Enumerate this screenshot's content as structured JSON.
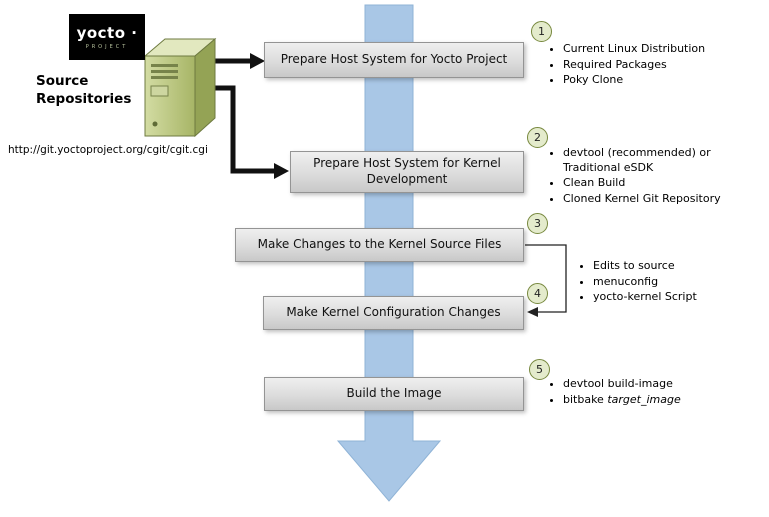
{
  "logo": {
    "wordmark": "yocto ·",
    "subtext": "PROJECT"
  },
  "source": {
    "title_line1": "Source",
    "title_line2": "Repositories",
    "url": "http://git.yoctoproject.org/cgit/cgit.cgi"
  },
  "steps": [
    {
      "num": "1",
      "label": "Prepare Host System for Yocto Project",
      "notes": [
        "Current Linux Distribution",
        "Required Packages",
        "Poky Clone"
      ]
    },
    {
      "num": "2",
      "label": "Prepare Host System for Kernel Development",
      "notes": [
        "devtool (recommended) or Traditional eSDK",
        "Clean Build",
        "Cloned Kernel Git Repository"
      ]
    },
    {
      "num": "3",
      "label": "Make Changes to the Kernel Source Files",
      "notes": []
    },
    {
      "num": "4",
      "label": "Make Kernel Configuration Changes",
      "notes": []
    },
    {
      "num": "5",
      "label": "Build the Image",
      "notes": [
        "devtool build-image"
      ],
      "note_mixed": {
        "prefix": "bitbake ",
        "italic": "target_image"
      }
    }
  ],
  "shared_notes": {
    "items": [
      "Edits to source",
      "menuconfig",
      "yocto-kernel Script"
    ]
  },
  "colors": {
    "flow_arrow": "#a9c7e6",
    "box_top": "#efefef",
    "box_bottom": "#c8c8c8",
    "badge_fill": "#e4ebcc",
    "badge_border": "#77883e",
    "server_green": "#bdc983",
    "logo_bg": "#000000",
    "connector_black": "#111111"
  }
}
